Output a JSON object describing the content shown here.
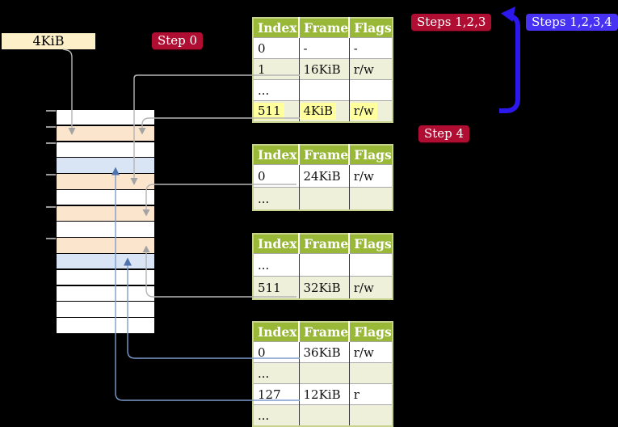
{
  "labels": {
    "cr3_box": "4KiB",
    "step0": "Step 0",
    "steps123": "Steps 1,2,3",
    "steps1234": "Steps 1,2,3,4",
    "step4": "Step 4"
  },
  "colors": {
    "background": "#000000",
    "badge_red": "#b00d33",
    "badge_blue": "#4731f3",
    "loop_arrow_blue": "#2c18ea",
    "table_header_green": "#9ab838",
    "table_row_green": "#eef0da",
    "frame_pagetable_peach": "#fce5cd",
    "frame_mapped_blue": "#d9e4f4",
    "highlight_yellow": "#ffff9d",
    "register_box_cream": "#fdf0c8",
    "connector_gray": "#b5b5b5",
    "connector_blue": "#7d9cce"
  },
  "memory": {
    "rows": [
      "free",
      "pagetable",
      "free",
      "mapped",
      "pagetable",
      "free",
      "pagetable",
      "free",
      "pagetable",
      "mapped",
      "free",
      "free",
      "free",
      "free"
    ],
    "tick_y": [
      136,
      155.8,
      175.6,
      215.2,
      254.8,
      294.4
    ]
  },
  "tables": [
    {
      "headers": [
        "Index",
        "Frame",
        "Flags"
      ],
      "rows": [
        {
          "cells": [
            "0",
            "-",
            "-"
          ]
        },
        {
          "cells": [
            "1",
            "16KiB",
            "r/w"
          ]
        },
        {
          "cells": [
            "...",
            "",
            ""
          ]
        },
        {
          "cells": [
            "511",
            "4KiB",
            "r/w"
          ],
          "highlighted": true
        }
      ]
    },
    {
      "headers": [
        "Index",
        "Frame",
        "Flags"
      ],
      "rows": [
        {
          "cells": [
            "0",
            "24KiB",
            "r/w"
          ]
        },
        {
          "cells": [
            "...",
            "",
            ""
          ]
        }
      ]
    },
    {
      "headers": [
        "Index",
        "Frame",
        "Flags"
      ],
      "rows": [
        {
          "cells": [
            "...",
            "",
            ""
          ]
        },
        {
          "cells": [
            "511",
            "32KiB",
            "r/w"
          ]
        }
      ]
    },
    {
      "headers": [
        "Index",
        "Frame",
        "Flags"
      ],
      "rows": [
        {
          "cells": [
            "0",
            "36KiB",
            "r/w"
          ]
        },
        {
          "cells": [
            "...",
            "",
            ""
          ]
        },
        {
          "cells": [
            "127",
            "12KiB",
            "r"
          ]
        },
        {
          "cells": [
            "...",
            "",
            ""
          ]
        }
      ]
    }
  ],
  "arrows": [
    {
      "from": "register-box-4KiB",
      "to": "memory-frame-2",
      "color": "gray"
    },
    {
      "from": "table-1-row-1",
      "to": "memory-frame-5",
      "color": "gray"
    },
    {
      "from": "table-1-row-511",
      "to": "memory-frame-2",
      "color": "gray"
    },
    {
      "from": "table-2-row-0",
      "to": "memory-frame-7",
      "color": "gray"
    },
    {
      "from": "table-3-row-511",
      "to": "memory-frame-9",
      "color": "gray"
    },
    {
      "from": "table-4-row-0",
      "to": "memory-frame-10",
      "color": "blue"
    },
    {
      "from": "table-4-row-127",
      "to": "memory-frame-4",
      "color": "blue"
    },
    {
      "from": "below-steps-123",
      "to": "top-of-table-1",
      "color": "loop-blue"
    }
  ]
}
